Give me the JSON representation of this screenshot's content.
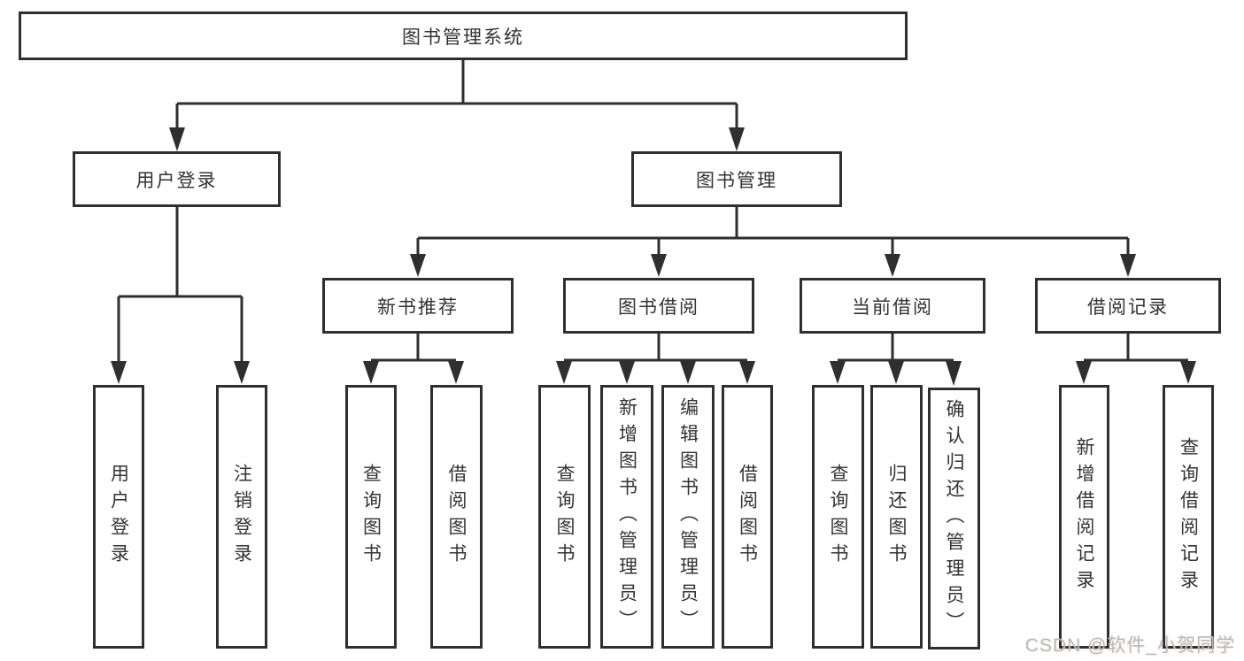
{
  "diagram": {
    "title_node": "图书管理系统",
    "nodes": {
      "root": "图书管理系统",
      "user_login": "用户登录",
      "book_mgmt": "图书管理",
      "new_book_rec": "新书推荐",
      "book_borrow": "图书借阅",
      "current_borrow": "当前借阅",
      "borrow_record": "借阅记录",
      "ul_user_login": "用户登录",
      "ul_logout": "注销登录",
      "nb_query_book": "查询图书",
      "nb_borrow_book": "借阅图书",
      "bb_query_book": "查询图书",
      "bb_add_book": "新增图书（管理员）",
      "bb_edit_book": "编辑图书（管理员）",
      "bb_borrow_book": "借阅图书",
      "cb_query_book": "查询图书",
      "cb_return_book": "归还图书",
      "cb_confirm_return": "确认归还（管理员）",
      "br_add_record": "新增借阅记录",
      "br_query_record": "查询借阅记录"
    },
    "colors": {
      "line": "#2f2f2f",
      "text": "#333333",
      "background": "#ffffff",
      "watermark": "#bdb9b9"
    }
  },
  "watermark": {
    "text": "CSDN @软件_小贺同学"
  }
}
